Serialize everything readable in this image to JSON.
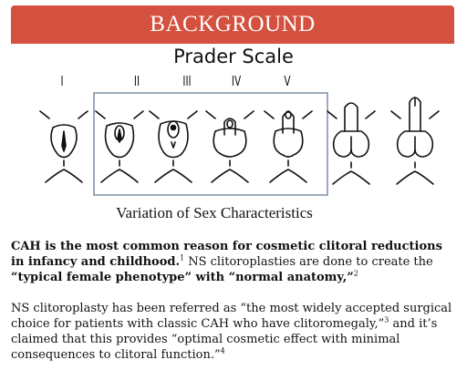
{
  "header": {
    "title": "BACKGROUND",
    "subtitle": "Prader Scale"
  },
  "figure": {
    "stages": [
      "I",
      "II",
      "III",
      "IV",
      "V"
    ],
    "caption": "Variation of Sex Characteristics"
  },
  "paragraph1": {
    "bold_lead": "CAH is the most common reason for cosmetic clitoral reductions in infancy and childhood.",
    "ref1": "1",
    "text1": " NS clitoroplasties are done to create the ",
    "bold_quote": "“typical female phenotype” with “normal anatomy,”",
    "ref2": "2"
  },
  "paragraph2": {
    "text1": "NS clitoroplasty has been referred as “the most widely accepted surgical choice for patients with classic CAH who have clitoromegaly,”",
    "ref3": "3",
    "text2": " and it’s claimed that this provides “optimal cosmetic effect with minimal consequences to clitoral function.”",
    "ref4": "4"
  },
  "colors": {
    "banner": "#d4513f",
    "box": "#5a7390"
  }
}
